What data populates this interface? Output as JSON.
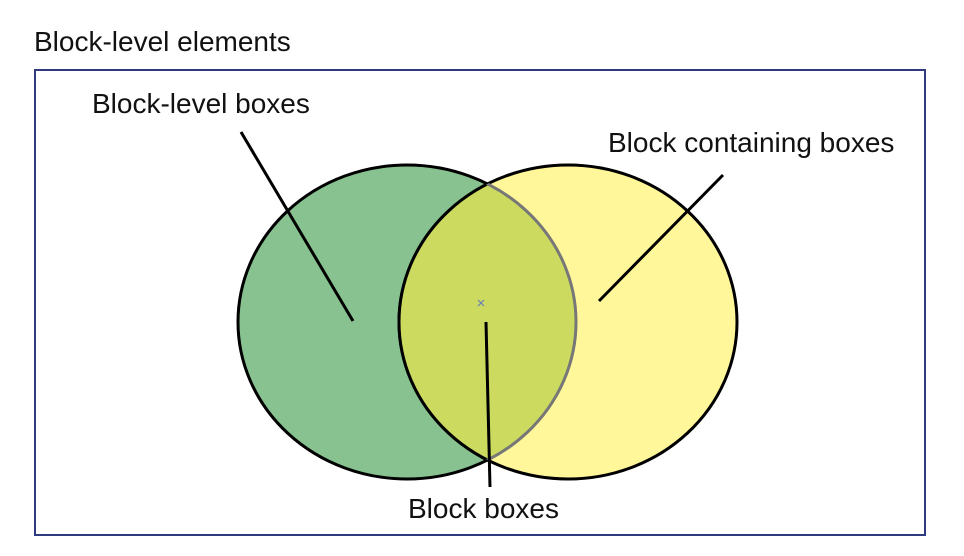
{
  "title": "Block-level elements",
  "labels": {
    "block_level_boxes": "Block-level boxes",
    "block_containing_boxes": "Block containing boxes",
    "block_boxes": "Block boxes"
  },
  "colors": {
    "frame_border": "#2f3b7e",
    "left_circle_fill": "#87c290",
    "right_circle_fill": "#fff799",
    "overlap_fill": "#ccdb5f",
    "outline": "#000000"
  }
}
